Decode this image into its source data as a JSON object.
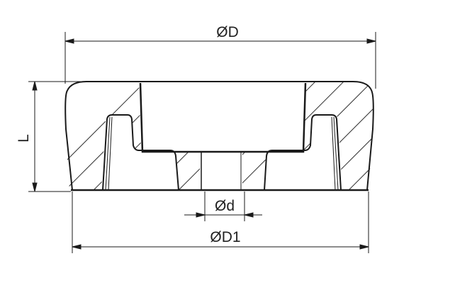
{
  "figure": {
    "type": "technical-drawing",
    "view": "cross-section",
    "subject": "round base / foot with central bore",
    "line_color": "#1a1a1a",
    "hatch_color": "#333333",
    "background": "#ffffff"
  },
  "dimensions": {
    "outer_top_diameter": "ØD",
    "height": "L",
    "bore_diameter": "Ød",
    "outer_bottom_diameter": "ØD1"
  }
}
